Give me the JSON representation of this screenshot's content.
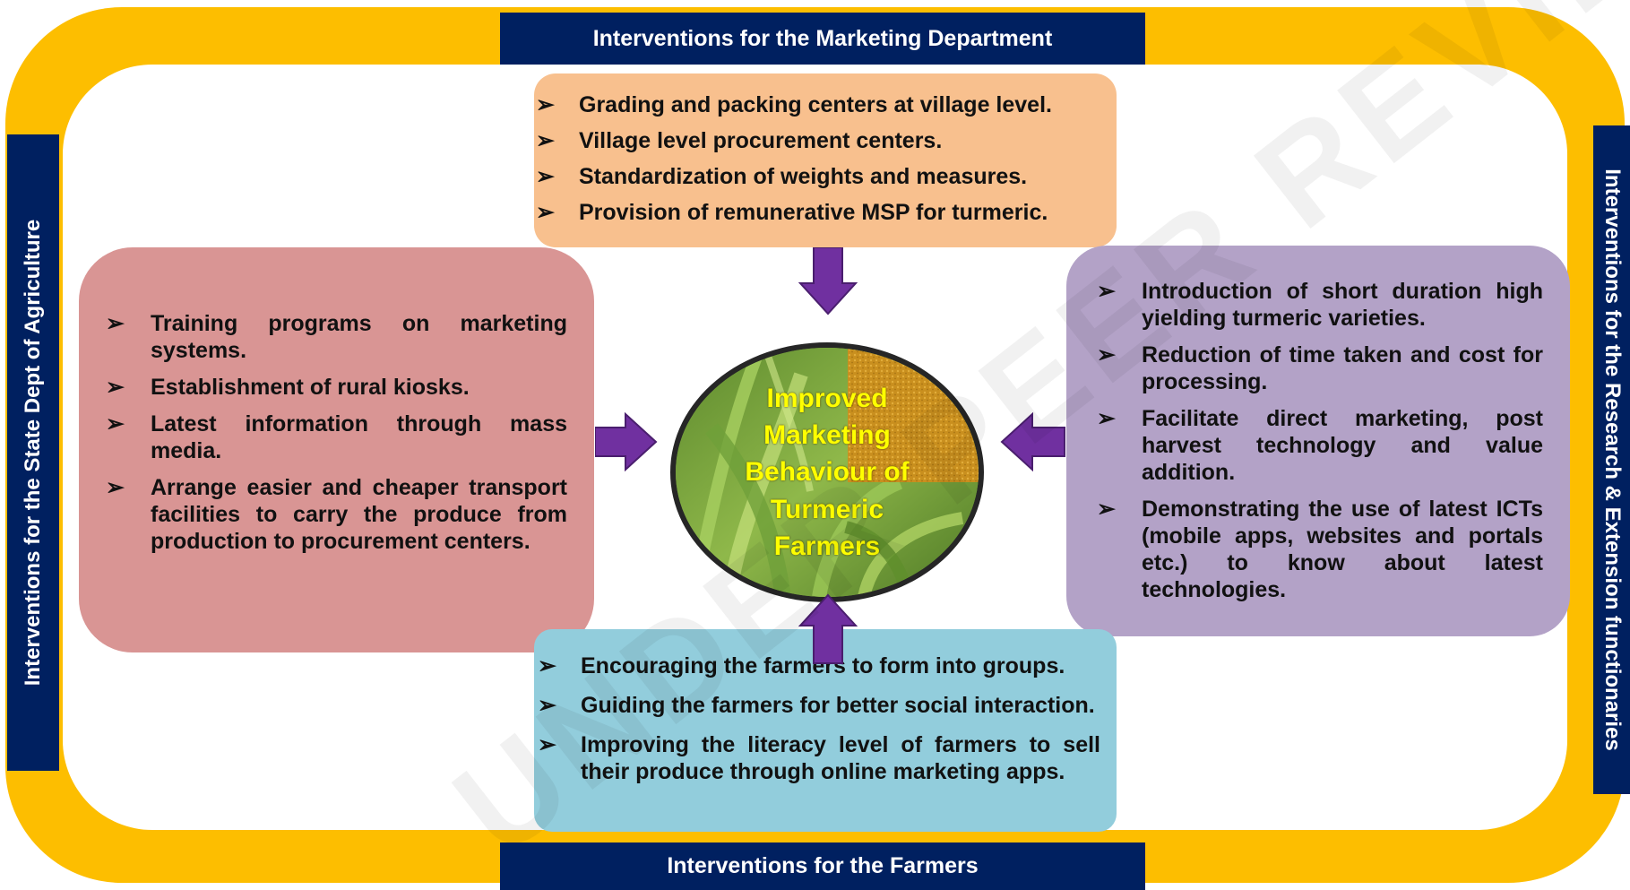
{
  "colors": {
    "frame": "#FDBE00",
    "label_bg": "#002060",
    "label_text": "#FFFFFF",
    "arrow": "#7030A0",
    "box_marketing": "#F8C08E",
    "box_state": "#D99594",
    "box_research": "#B3A2C7",
    "box_farmers": "#92CDDC",
    "center_text": "#FFFF00"
  },
  "labels": {
    "top": "Interventions for the Marketing Department",
    "bottom": "Interventions for the Farmers",
    "left": "Interventions for the State Dept of Agriculture",
    "right": "Interventions for the Research & Extension functionaries"
  },
  "center": {
    "lines": [
      "Improved",
      "Marketing",
      "Behaviour of",
      "Turmeric",
      "Farmers"
    ]
  },
  "bullet_glyph": "➢",
  "boxes": {
    "marketing": [
      "Grading and packing centers at village level.",
      "Village level procurement centers.",
      "Standardization of weights and measures.",
      "Provision of remunerative MSP for turmeric."
    ],
    "state": [
      "Training programs on marketing systems.",
      "Establishment of rural kiosks.",
      "Latest information through mass media.",
      "Arrange easier and cheaper transport facilities to carry the produce from production to procurement centers."
    ],
    "research": [
      "Introduction of short duration high yielding turmeric varieties.",
      "Reduction of time taken and cost for processing.",
      "Facilitate direct marketing, post harvest technology and value addition.",
      "Demonstrating the use of latest ICTs (mobile apps, websites and portals etc.) to know about latest technologies."
    ],
    "farmers": [
      "Encouraging the farmers to form into groups.",
      "Guiding the farmers for better social interaction.",
      "Improving the literacy level of farmers to sell their produce through online marketing apps."
    ]
  },
  "arrows": [
    {
      "name": "arrow-from-marketing",
      "icon": "arrow-down-icon"
    },
    {
      "name": "arrow-from-state",
      "icon": "arrow-right-icon"
    },
    {
      "name": "arrow-from-research",
      "icon": "arrow-left-icon"
    },
    {
      "name": "arrow-from-farmers",
      "icon": "arrow-up-icon"
    }
  ],
  "watermark": {
    "text": "UNDER PEER REVIEW"
  }
}
